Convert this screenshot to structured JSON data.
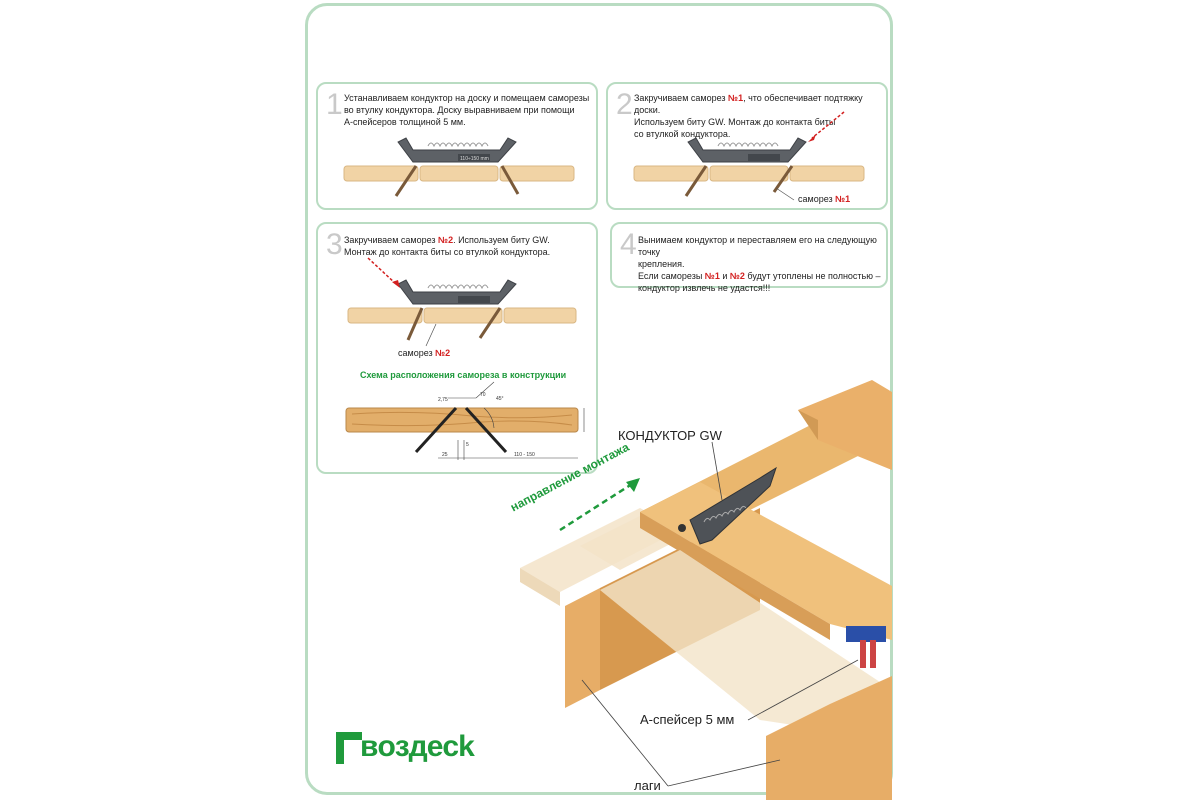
{
  "steps": [
    {
      "number": "1",
      "lines": [
        "Устанавливаем кондуктор на доску и помещаем саморезы",
        "во втулку кондуктора. Доску выравниваем при помощи",
        "А-спейсеров толщиной 5 мм."
      ]
    },
    {
      "number": "2",
      "line1_pre": "Закручиваем саморез ",
      "line1_red": "№1",
      "line1_post": ", что обеспечивает подтяжку доски.",
      "line2": "Используем биту GW. Монтаж до контакта биты",
      "line3": "со втулкой кондуктора.",
      "screw_label_pre": "саморез ",
      "screw_label_red": "№1"
    },
    {
      "number": "3",
      "line1_pre": "Закручиваем саморез ",
      "line1_red": "№2",
      "line1_post": ". Используем биту GW.",
      "line2": "Монтаж до контакта биты со втулкой кондуктора.",
      "screw_label_pre": "саморез ",
      "screw_label_red": "№2",
      "scheme_title": "Схема расположения самореза в конструкции"
    },
    {
      "number": "4",
      "line1": "Вынимаем кондуктор и переставляем его на следующую точку",
      "line2": "крепления.",
      "line3_pre": "Если саморезы ",
      "line3_red1": "№1",
      "line3_mid": " и ",
      "line3_red2": "№2",
      "line3_post": " будут утоплены не полностью –",
      "line4": "кондуктор извлечь не удастся!!!"
    }
  ],
  "tool_scale_label": "110÷150 mm",
  "scheme_dims": {
    "d1": "2,75",
    "d2": "5",
    "d3": "25",
    "d4": "110 - 150",
    "angle": "45°",
    "len": "70"
  },
  "assembly": {
    "tool_label": "КОНДУКТОР GW",
    "direction_label": "направление монтажа",
    "spacer_label": "А-спейсер 5 мм",
    "joists_label": "лаги"
  },
  "brand": {
    "logo_text": "вoздeck",
    "color": "#1f9a3c"
  },
  "colors": {
    "accent_green": "#1f9a3c",
    "red": "#d32020",
    "border": "#b9dcc2",
    "wood": "#e8b878"
  }
}
